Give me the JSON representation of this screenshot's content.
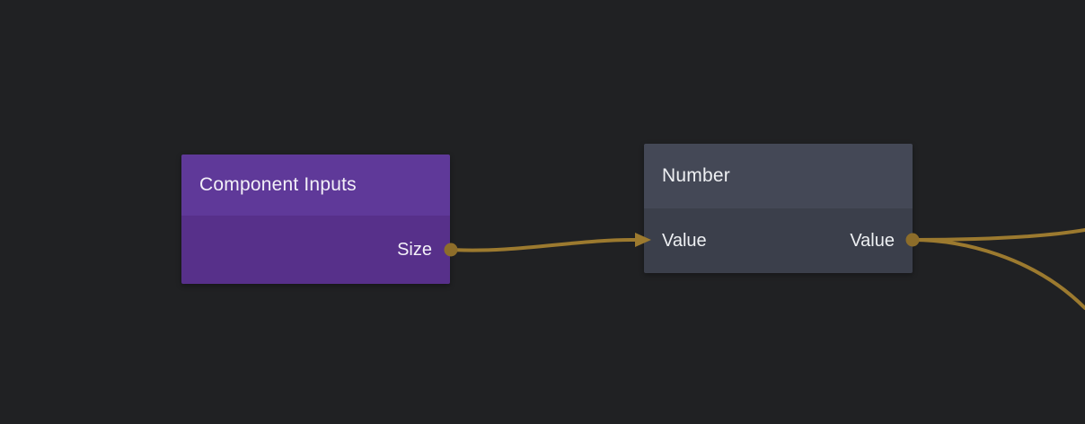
{
  "canvas": {
    "background_color": "#202123",
    "wire_color": "#9c7a2f",
    "port_color": "#8d6d2a"
  },
  "nodes": [
    {
      "id": "component-inputs",
      "title": "Component Inputs",
      "header_color": "#5f3999",
      "body_color": "#57308a",
      "inputs": [],
      "outputs": [
        {
          "label": "Size",
          "port_shape": "circle"
        }
      ]
    },
    {
      "id": "number",
      "title": "Number",
      "header_color": "#444856",
      "body_color": "#3b3f4b",
      "inputs": [
        {
          "label": "Value",
          "port_shape": "arrow"
        }
      ],
      "outputs": [
        {
          "label": "Value",
          "port_shape": "circle"
        }
      ]
    }
  ],
  "connections": [
    {
      "from": "component-inputs.Size",
      "to": "number.Value"
    },
    {
      "from": "number.Value",
      "to": "offscreen-right-upper"
    },
    {
      "from": "number.Value",
      "to": "offscreen-right-lower"
    }
  ]
}
